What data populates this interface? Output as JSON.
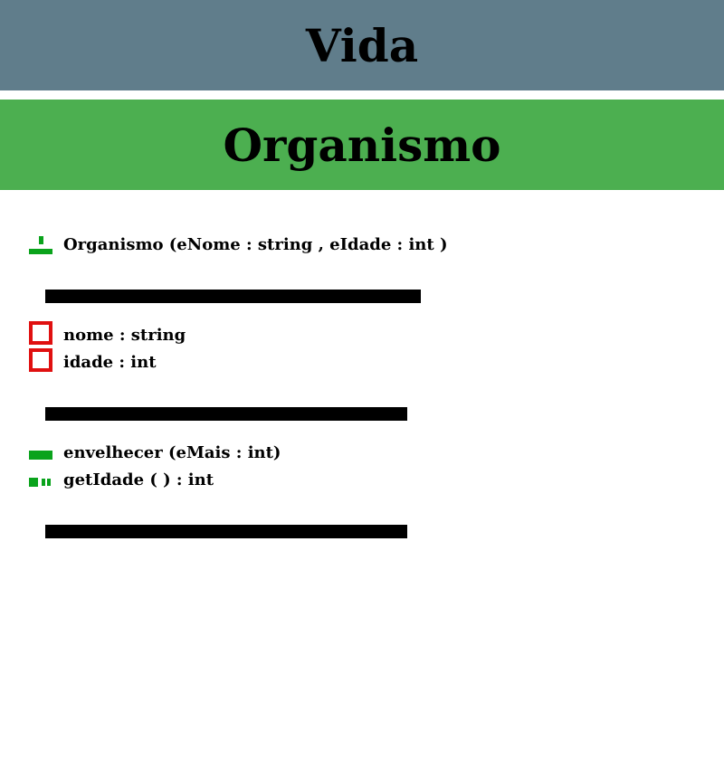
{
  "package": {
    "name": "Vida"
  },
  "class": {
    "name": "Organismo",
    "constructor": "Organismo (eNome : string , eIdade : int )",
    "fields": [
      {
        "text": "nome : string",
        "visibility": "private",
        "icon": "private-field-icon"
      },
      {
        "text": "idade : int",
        "visibility": "private",
        "icon": "private-field-icon"
      }
    ],
    "methods": [
      {
        "text": "envelhecer (eMais : int)",
        "visibility": "public",
        "icon": "public-method-icon"
      },
      {
        "text": "getIdade ( ) : int",
        "visibility": "public",
        "icon": "getter-method-icon"
      }
    ]
  },
  "colors": {
    "package_header": "#607d8b",
    "class_header": "#4caf50",
    "public_icon": "#0aa31c",
    "private_icon": "#e01010",
    "divider": "#000000"
  }
}
